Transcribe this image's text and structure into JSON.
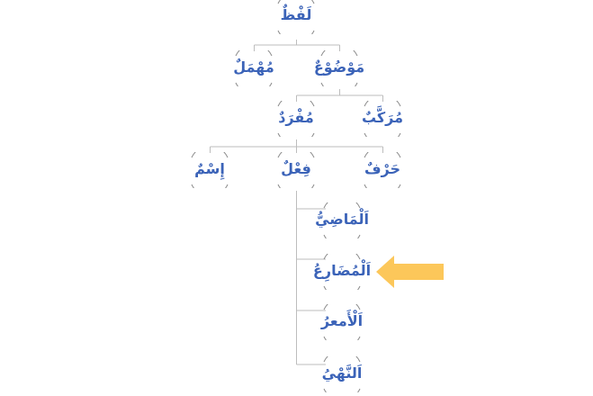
{
  "diagram": {
    "title": "Word classification tree",
    "colors": {
      "text": "#3b63b8",
      "connector": "#bdbdbd",
      "node_arc": "#8c8c8c",
      "highlight_arrow": "#fcc75a"
    },
    "nodes": {
      "lafz": {
        "label": "لَفْظٌ"
      },
      "muhmal": {
        "label": "مُهْمَلٌ"
      },
      "mawdu": {
        "label": "مَوْضُوْعٌ"
      },
      "mufrad": {
        "label": "مُفْرَدٌ"
      },
      "murakkab": {
        "label": "مُرَكَّبٌ"
      },
      "ism": {
        "label": "إِسْمٌ"
      },
      "fil": {
        "label": "فِعْلٌ"
      },
      "harf": {
        "label": "حَرْفٌ"
      },
      "madi": {
        "label": "اَلْمَاضِيُّ"
      },
      "mudari": {
        "label": "اَلْمُضَارِعُ"
      },
      "amr": {
        "label": "اَلْأَمعرُ"
      },
      "nahy": {
        "label": "اَلنَّهْيُ"
      }
    },
    "highlighted_node": "mudari",
    "highlight_icon": "left-arrow-icon"
  }
}
